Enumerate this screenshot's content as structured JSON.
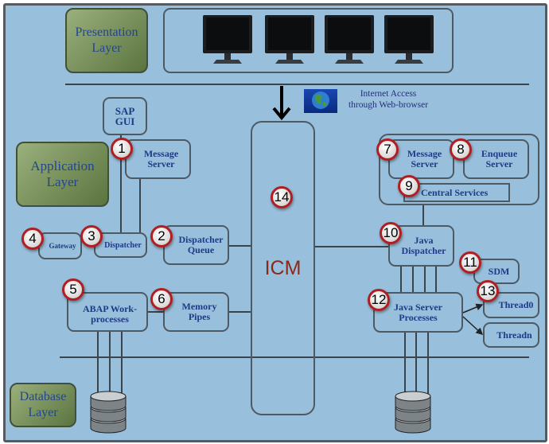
{
  "layers": {
    "presentation": "Presentation Layer",
    "application": "Application Layer",
    "database": "Database Layer"
  },
  "internet": {
    "line1": "Internet Access",
    "line2": "through Web-browser",
    "icon": "globe-icon"
  },
  "components": {
    "sap_gui": "SAP GUI",
    "message_server": "Message Server",
    "dispatcher_queue": "Dispatcher Queue",
    "dispatcher": "Dispatcher",
    "gateway": "Gateway",
    "abap_wp": "ABAP Work-processes",
    "memory_pipes": "Memory Pipes",
    "icm": "ICM",
    "java_message_server": "Message Server",
    "enqueue_server": "Enqueue Server",
    "central_services": "Central Services",
    "java_dispatcher": "Java Dispatcher",
    "sdm": "SDM",
    "java_server_processes": "Java Server Processes",
    "thread0": "Thread0",
    "threadn": "Threadn"
  },
  "badges": [
    "1",
    "2",
    "3",
    "4",
    "5",
    "6",
    "7",
    "8",
    "9",
    "10",
    "11",
    "12",
    "13",
    "14"
  ],
  "colors": {
    "background": "#98bfdb",
    "badge_border": "#b11e22",
    "icm_text": "#8b2a1a",
    "label_text": "#1f3a86"
  }
}
